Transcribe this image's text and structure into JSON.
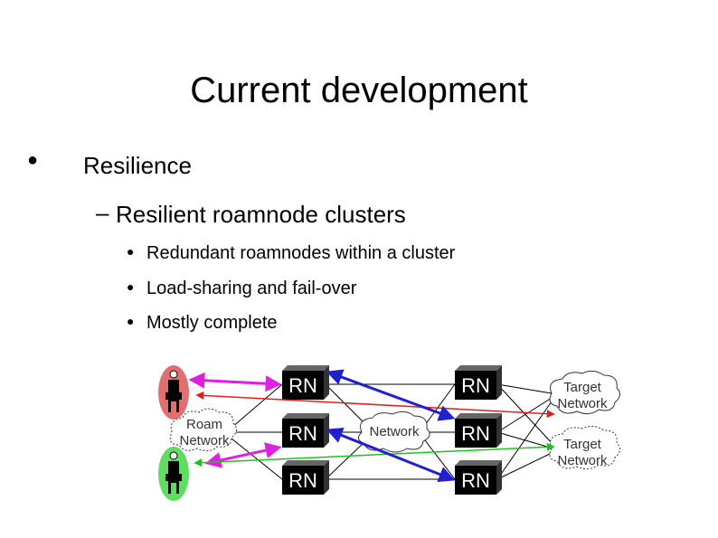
{
  "title": "Current development",
  "bullets": {
    "level1": "Resilience",
    "level2": "Resilient roamnode clusters",
    "level3": [
      "Redundant roamnodes within a cluster",
      "Load-sharing and fail-over",
      "Mostly complete"
    ],
    "marker_round": "●",
    "marker_dash": "–"
  },
  "diagram": {
    "rn_label": "RN",
    "roam_network": [
      "Roam",
      "Network"
    ],
    "core_network": "Network",
    "target_network": [
      "Target",
      "Network"
    ],
    "colors": {
      "magenta": "#e020e0",
      "red": "#e02020",
      "blue": "#2020d0",
      "green": "#20c020",
      "person_red": "#e07070",
      "person_green": "#60dd60",
      "rn_box": "#000000"
    }
  }
}
